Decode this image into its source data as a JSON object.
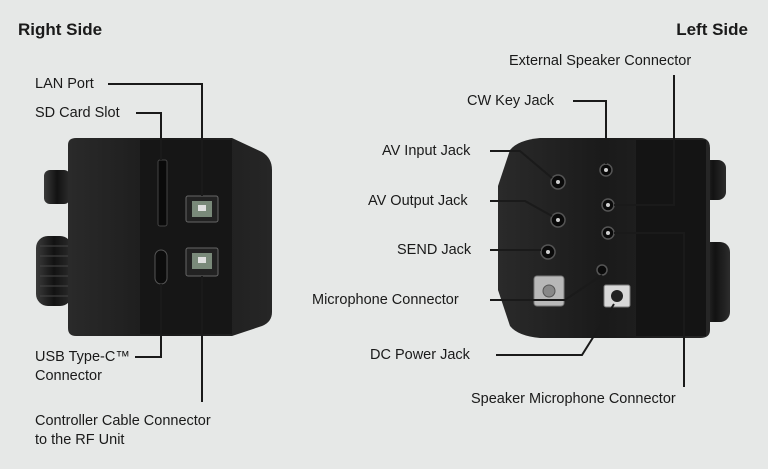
{
  "right_side": {
    "heading": "Right Side",
    "labels": {
      "lan_port": "LAN Port",
      "sd_card_slot": "SD Card Slot",
      "usb_type_c_line1": "USB Type-C™",
      "usb_type_c_line2": "Connector",
      "controller_cable_line1": "Controller Cable Connector",
      "controller_cable_line2": "to the RF Unit"
    }
  },
  "left_side": {
    "heading": "Left Side",
    "labels": {
      "external_speaker_connector": "External Speaker Connector",
      "cw_key_jack": "CW Key Jack",
      "av_input_jack": "AV Input Jack",
      "av_output_jack": "AV Output Jack",
      "send_jack": "SEND Jack",
      "microphone_connector": "Microphone Connector",
      "dc_power_jack": "DC Power Jack",
      "speaker_microphone_connector": "Speaker Microphone Connector"
    }
  },
  "colors": {
    "background": "#e6e8e7",
    "leader_line": "#1a1a1a",
    "device_body": "#1c1c1c"
  }
}
